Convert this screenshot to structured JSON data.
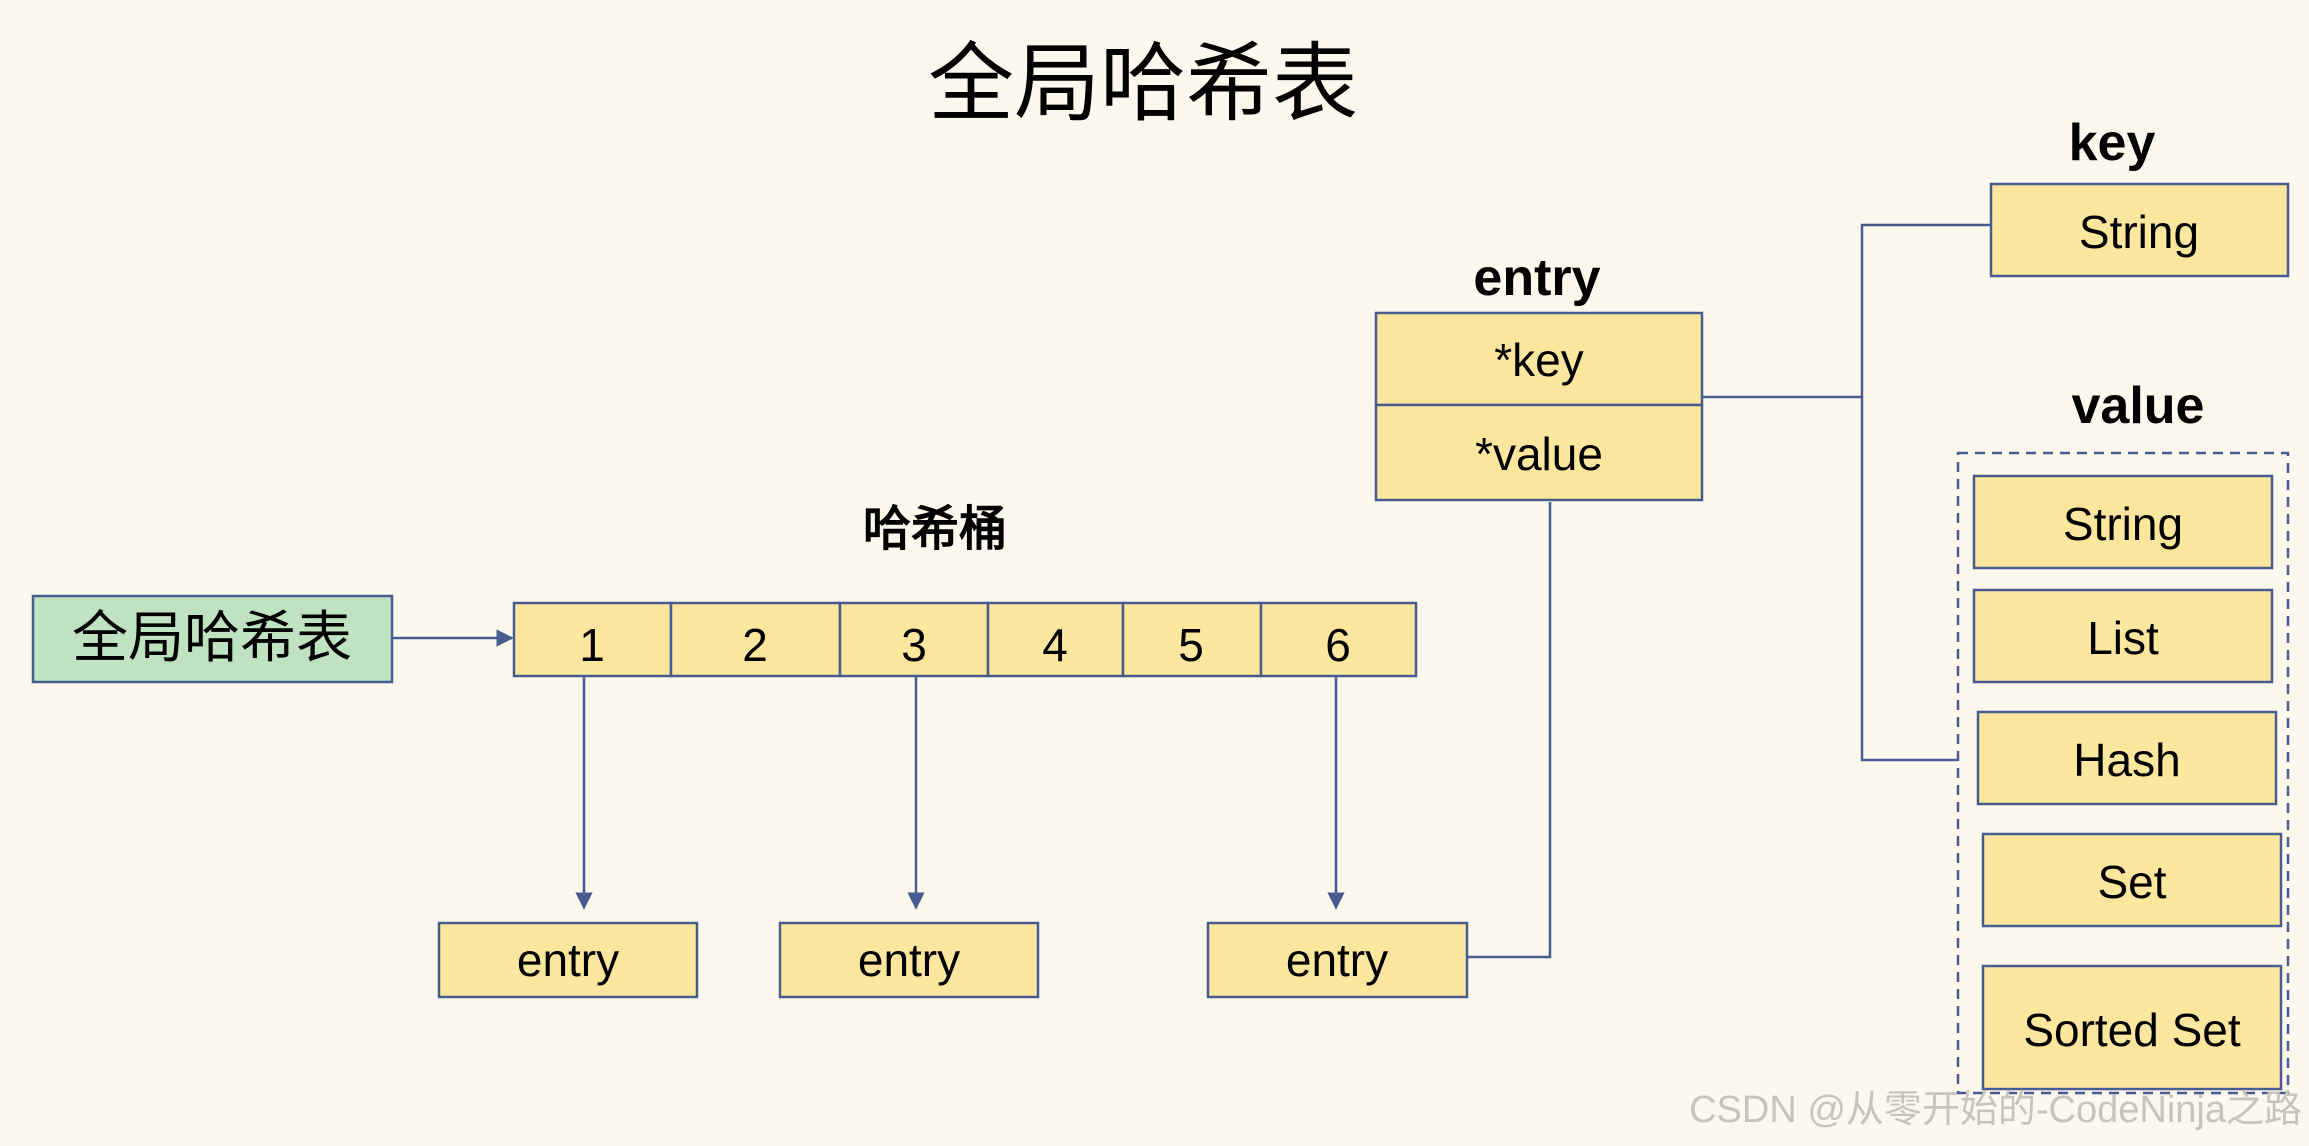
{
  "title": "全局哈希表",
  "hash_table_label": "全局哈希表",
  "bucket_title": "哈希桶",
  "buckets": [
    "1",
    "2",
    "3",
    "4",
    "5",
    "6"
  ],
  "bucket_entries": [
    "entry",
    "entry",
    "entry"
  ],
  "entry_struct": {
    "title": "entry",
    "fields": [
      "*key",
      "*value"
    ]
  },
  "key_group": {
    "title": "key",
    "type": "String"
  },
  "value_group": {
    "title": "value",
    "types": [
      "String",
      "List",
      "Hash",
      "Set",
      "Sorted Set"
    ]
  },
  "watermark": "CSDN @从零开始的-CodeNinja之路",
  "colors": {
    "background": "#fcf8ee",
    "box_fill": "#fde69d",
    "table_fill": "#bfe2c1",
    "line": "#485d8f"
  }
}
